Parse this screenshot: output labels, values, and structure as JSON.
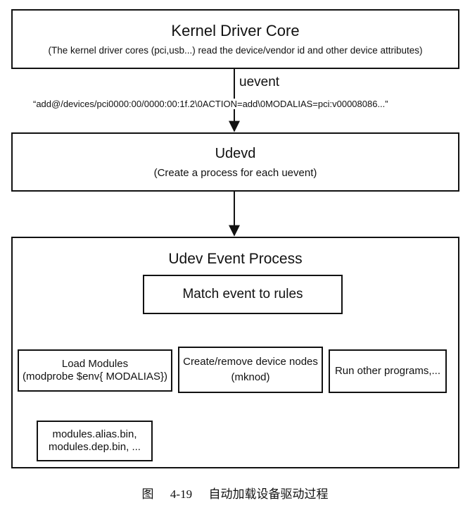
{
  "kernel": {
    "title": "Kernel Driver Core",
    "subtitle": "(The kernel driver cores (pci,usb...) read the device/vendor id and other device attributes)"
  },
  "uevent": {
    "label": "uevent",
    "message": "“add@/devices/pci0000:00/0000:00:1f.2\\0ACTION=add\\0MODALIAS=pci:v00008086...”"
  },
  "udevd": {
    "title": "Udevd",
    "subtitle": "(Create a process for each uevent)"
  },
  "process": {
    "title": "Udev Event Process",
    "match": "Match event to rules",
    "load_modules": {
      "line1": "Load Modules",
      "line2": "(modprobe $env{ MODALIAS})"
    },
    "device_nodes": {
      "line1": "Create/remove device nodes",
      "line2": "(mknod)"
    },
    "run_programs": "Run other programs,...",
    "modules_files": {
      "line1": "modules.alias.bin,",
      "line2": "modules.dep.bin, ..."
    }
  },
  "caption": {
    "figure": "图",
    "number": "4-19",
    "text": "自动加载设备驱动过程"
  }
}
